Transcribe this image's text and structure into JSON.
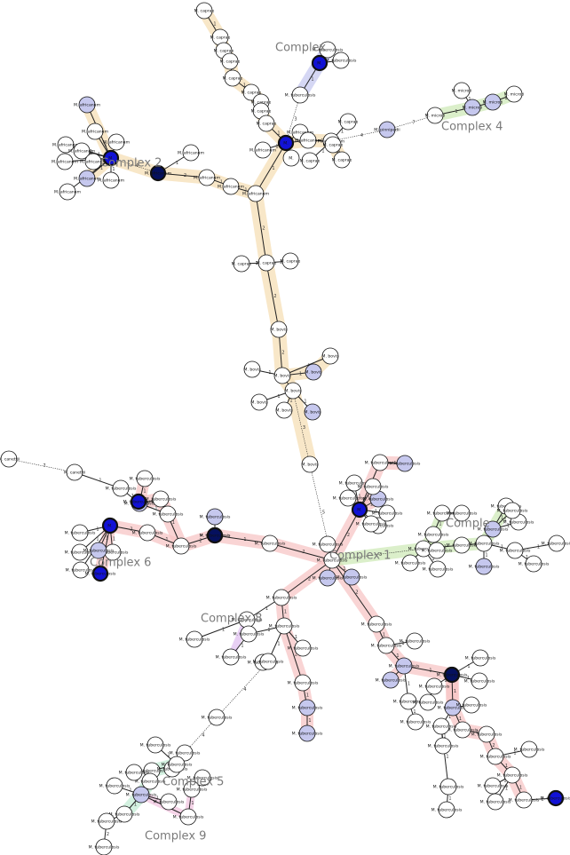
{
  "colors": {
    "node_white": "#ffffff",
    "node_light": "#c6c8ee",
    "node_blue": "#1212d6",
    "node_navy": "#05105e",
    "complex_1": "#f7c6c6",
    "complex_2": "#f6dfb6",
    "complex_3": "#cfe9b8",
    "complex_4": "#cfe9b8",
    "complex_5": "#c4ecd6",
    "complex_6": "#f7c6c6",
    "complex_7": "#c7c9f0",
    "complex_8": "#e0c0f0",
    "complex_9": "#f2c6e0"
  },
  "complex_labels": [
    "Complex 1",
    "Complex 2",
    "Complex",
    "Complex 4",
    "Complex 5",
    "Complex 6",
    "Comple",
    "Complex 8",
    "Complex 9"
  ],
  "diagram": {
    "nodes": [
      {
        "id": "c1",
        "label": "M. caprae",
        "color": "white"
      },
      {
        "id": "c2",
        "label": "M. caprae",
        "color": "white"
      },
      {
        "id": "c3",
        "label": "M. caprae",
        "color": "white"
      },
      {
        "id": "c4",
        "label": "M. caprae",
        "color": "white"
      },
      {
        "id": "c5",
        "label": "M. caprae",
        "color": "white"
      },
      {
        "id": "c6",
        "label": "M. caprae",
        "color": "white"
      },
      {
        "id": "c7",
        "label": "M. caprae",
        "color": "white"
      },
      {
        "id": "c8",
        "label": "M. caprae",
        "color": "white"
      },
      {
        "id": "c9",
        "label": "M. caprae",
        "color": "white"
      },
      {
        "id": "t_top1",
        "label": "M. tuberculosis",
        "color": "white"
      },
      {
        "id": "c7_hub",
        "label": "M.",
        "color": "blue"
      },
      {
        "id": "t_top2",
        "label": "M. tuberculosis",
        "color": "white"
      },
      {
        "id": "t_top3",
        "label": "M. tuberculosis",
        "color": "white"
      },
      {
        "id": "hubA",
        "label": "M.",
        "color": "blue"
      },
      {
        "id": "a_up",
        "label": "M. africanum",
        "color": "white"
      },
      {
        "id": "a_l1",
        "label": "M. africanum",
        "color": "white"
      },
      {
        "id": "a_r1",
        "label": "M. africanum",
        "color": "white"
      },
      {
        "id": "a_r2",
        "label": "M. africanum",
        "color": "white"
      },
      {
        "id": "a_dn",
        "label": "M.",
        "color": "white"
      },
      {
        "id": "cap_r1",
        "label": "M. caprae",
        "color": "white"
      },
      {
        "id": "cap_r2",
        "label": "M. caprae",
        "color": "white"
      },
      {
        "id": "cap_r3",
        "label": "M. caprae",
        "color": "white"
      },
      {
        "id": "cap_r4",
        "label": "M. caprae",
        "color": "white"
      },
      {
        "id": "pinn",
        "label": "M. pinnipedii",
        "color": "light"
      },
      {
        "id": "mic1",
        "label": "M. microti",
        "color": "white"
      },
      {
        "id": "mic2",
        "label": "M. microti",
        "color": "white"
      },
      {
        "id": "mic3",
        "label": "M. microti",
        "color": "white"
      },
      {
        "id": "mic4",
        "label": "M. microti",
        "color": "light"
      },
      {
        "id": "mic5",
        "label": "M. microti",
        "color": "light"
      },
      {
        "id": "junc",
        "label": "M. africanum",
        "color": "white"
      },
      {
        "id": "af_mid",
        "label": "M. africanum",
        "color": "white"
      },
      {
        "id": "af_mid2",
        "label": "M. africanum",
        "color": "white"
      },
      {
        "id": "af_navy",
        "label": "M. africanum",
        "color": "navy"
      },
      {
        "id": "af_blue",
        "label": "M.",
        "color": "blue"
      },
      {
        "id": "a2a",
        "label": "M. africanum",
        "color": "light"
      },
      {
        "id": "a2b",
        "label": "M. africanum",
        "color": "white"
      },
      {
        "id": "a2c",
        "label": "M. africanum",
        "color": "white"
      },
      {
        "id": "a2d",
        "label": "M. africanum",
        "color": "white"
      },
      {
        "id": "a2e",
        "label": "M. africanum",
        "color": "white"
      },
      {
        "id": "a2f",
        "label": "M. africanum",
        "color": "white"
      },
      {
        "id": "a2g",
        "label": "M. africanum",
        "color": "white"
      },
      {
        "id": "a2h",
        "label": "M. africanum",
        "color": "light"
      },
      {
        "id": "a2i",
        "label": "M. africanum",
        "color": "white"
      },
      {
        "id": "a2j",
        "label": "M. africanum",
        "color": "white"
      },
      {
        "id": "a2k",
        "label": "M. africanum",
        "color": "white"
      },
      {
        "id": "cap_m1",
        "label": "M. caprae",
        "color": "white"
      },
      {
        "id": "cap_m2",
        "label": "M. caprae",
        "color": "white"
      },
      {
        "id": "cap_m3",
        "label": "M. caprae",
        "color": "white"
      },
      {
        "id": "bov1",
        "label": "M. bovis",
        "color": "white"
      },
      {
        "id": "bov2",
        "label": "M. bovis",
        "color": "white"
      },
      {
        "id": "bov3",
        "label": "M. bovis",
        "color": "light"
      },
      {
        "id": "bov4",
        "label": "M. bovis",
        "color": "white"
      },
      {
        "id": "bov5",
        "label": "M. bovis",
        "color": "white"
      },
      {
        "id": "bov6",
        "label": "M. bovis",
        "color": "white"
      },
      {
        "id": "bov7",
        "label": "M. bovis",
        "color": "white"
      },
      {
        "id": "bov8",
        "label": "M. bovis",
        "color": "white"
      },
      {
        "id": "bov9",
        "label": "M. bovis",
        "color": "light"
      },
      {
        "id": "bov10",
        "label": "M. bovis",
        "color": "white"
      },
      {
        "id": "can1",
        "label": "M. canettii",
        "color": "white"
      },
      {
        "id": "can2",
        "label": "M. canettii",
        "color": "white"
      },
      {
        "id": "hub1",
        "label": "M. tuberculosis",
        "color": "white"
      },
      {
        "id": "t1a",
        "label": "M. tuberculosis",
        "color": "white"
      },
      {
        "id": "t1b",
        "label": "M. tuberculosis",
        "color": "light"
      },
      {
        "id": "t1c",
        "label": "M. tuberculosis",
        "color": "light"
      },
      {
        "id": "t_navy",
        "label": "M. tuberculosis",
        "color": "navy"
      },
      {
        "id": "t_l1",
        "label": "M. tuberculosis",
        "color": "light"
      },
      {
        "id": "t_l2",
        "label": "M. tuberculosis",
        "color": "white"
      },
      {
        "id": "t6a",
        "label": "M. tuberculosis",
        "color": "white"
      },
      {
        "id": "t6b",
        "label": "M. tuberculosis",
        "color": "white"
      },
      {
        "id": "t6c",
        "label": "M. tuberculosis",
        "color": "light"
      },
      {
        "id": "t6d",
        "label": "M. tuberculosis",
        "color": "blue"
      },
      {
        "id": "t6e",
        "label": "M. tuberculosis",
        "color": "white"
      },
      {
        "id": "t6f",
        "label": "M. tuberculosis",
        "color": "white"
      },
      {
        "id": "t6g",
        "label": "M. tuberculosis",
        "color": "navy"
      },
      {
        "id": "t6h",
        "label": "M. tuberculosis",
        "color": "white"
      },
      {
        "id": "t6i",
        "label": "M. tuberculosis",
        "color": "white"
      },
      {
        "id": "t6j",
        "label": "M.",
        "color": "blue"
      },
      {
        "id": "t6k",
        "label": "M. tuberculosis",
        "color": "white"
      },
      {
        "id": "t6l",
        "label": "M. tuberculosis",
        "color": "white"
      },
      {
        "id": "t6m",
        "label": "M. tuberculosis",
        "color": "white"
      },
      {
        "id": "t6n",
        "label": "M. tuberculosis",
        "color": "white"
      },
      {
        "id": "t6o",
        "label": "M. tuberculosis",
        "color": "light"
      },
      {
        "id": "t6p",
        "label": "M. tuberculosis",
        "color": "blue"
      },
      {
        "id": "t_ur1",
        "label": "M. tuberculosis",
        "color": "white"
      },
      {
        "id": "t_ur2",
        "label": "M. tuberculosis",
        "color": "light"
      },
      {
        "id": "t_ur3",
        "label": "M. tuberculosis",
        "color": "light"
      },
      {
        "id": "t_ur4",
        "label": "M. tuberculosis",
        "color": "white"
      },
      {
        "id": "t_ur5",
        "label": "M. tuberculosis",
        "color": "white"
      },
      {
        "id": "t_ur6",
        "label": "M. tuberculosis",
        "color": "white"
      },
      {
        "id": "t_urblue",
        "label": "M.",
        "color": "blue"
      },
      {
        "id": "t_ur7",
        "label": "M. tuberculosis",
        "color": "white"
      },
      {
        "id": "t_ur8",
        "label": "M. tuberculosis",
        "color": "white"
      },
      {
        "id": "t_ur9",
        "label": "M. tuberculosis",
        "color": "white"
      },
      {
        "id": "g1",
        "label": "M. tuberculosis",
        "color": "white"
      },
      {
        "id": "g2",
        "label": "M. tuberculosis",
        "color": "white"
      },
      {
        "id": "g3",
        "label": "M. tuberculosis",
        "color": "white"
      },
      {
        "id": "g4",
        "label": "M. tuberculosis",
        "color": "white"
      },
      {
        "id": "g5",
        "label": "M. tuberculosis",
        "color": "white"
      },
      {
        "id": "g6",
        "label": "M. tuberculosis",
        "color": "white"
      },
      {
        "id": "g7",
        "label": "M. tuberculosis",
        "color": "white"
      },
      {
        "id": "g8",
        "label": "M. tuberculosis",
        "color": "white"
      },
      {
        "id": "g9",
        "label": "M. tuberculosis",
        "color": "light"
      },
      {
        "id": "g10",
        "label": "M. tuberculosis",
        "color": "white"
      },
      {
        "id": "g11",
        "label": "M. tuberculosis",
        "color": "white"
      },
      {
        "id": "g12",
        "label": "M. tuberculosis",
        "color": "white"
      },
      {
        "id": "g13",
        "label": "M. tuberculosis",
        "color": "white"
      },
      {
        "id": "g14",
        "label": "M. tuberculosis",
        "color": "light"
      },
      {
        "id": "g15",
        "label": "M. tuberculosis",
        "color": "white"
      },
      {
        "id": "g16",
        "label": "M. tuberculosis",
        "color": "white"
      },
      {
        "id": "g17",
        "label": "M. tuberculosis",
        "color": "white"
      },
      {
        "id": "d1",
        "label": "M. tuberculosis",
        "color": "white"
      },
      {
        "id": "d2",
        "label": "M. tuberculosis",
        "color": "white"
      },
      {
        "id": "d3",
        "label": "M. tuberculosis",
        "color": "white"
      },
      {
        "id": "d4",
        "label": "M. tuberculosis",
        "color": "white"
      },
      {
        "id": "d5",
        "label": "M. tuberculosis",
        "color": "white"
      },
      {
        "id": "d6",
        "label": "M. tuberculosis",
        "color": "white"
      },
      {
        "id": "d7",
        "label": "M. tuberculosis",
        "color": "white"
      },
      {
        "id": "d8",
        "label": "M. tuberculosis",
        "color": "white"
      },
      {
        "id": "d9",
        "label": "M. tuberculosis",
        "color": "light"
      },
      {
        "id": "d10",
        "label": "M. tuberculosis",
        "color": "light"
      },
      {
        "id": "d11",
        "label": "M. tuberculosis",
        "color": "white"
      },
      {
        "id": "d12",
        "label": "M. tuberculosis",
        "color": "white"
      },
      {
        "id": "r1",
        "label": "M. tuberculosis",
        "color": "white"
      },
      {
        "id": "r2",
        "label": "M. tuberculosis",
        "color": "white"
      },
      {
        "id": "r3",
        "label": "M. tuberculosis",
        "color": "white"
      },
      {
        "id": "r4",
        "label": "M. tuberculosis",
        "color": "light"
      },
      {
        "id": "r5",
        "label": "M. tuberculosis",
        "color": "light"
      },
      {
        "id": "r6",
        "label": "M. tuberculosis",
        "color": "white"
      },
      {
        "id": "r7",
        "label": "M. tuberculosis",
        "color": "white"
      },
      {
        "id": "r8",
        "label": "M. tuberculosis",
        "color": "navy"
      },
      {
        "id": "r9",
        "label": "M. tuberculosis",
        "color": "white"
      },
      {
        "id": "r10",
        "label": "M. tuberculosis",
        "color": "white"
      },
      {
        "id": "r11",
        "label": "M. tuberculosis",
        "color": "white"
      },
      {
        "id": "r12",
        "label": "M. tuberculosis",
        "color": "white"
      },
      {
        "id": "r13",
        "label": "M. tuberculosis",
        "color": "light"
      },
      {
        "id": "r14",
        "label": "M. tuberculosis",
        "color": "white"
      },
      {
        "id": "r15",
        "label": "M. tuberculosis",
        "color": "white"
      },
      {
        "id": "r16",
        "label": "M. tuberculosis",
        "color": "white"
      },
      {
        "id": "r17",
        "label": "M. tuberculosis",
        "color": "white"
      },
      {
        "id": "r18",
        "label": "M. tuberculosis",
        "color": "white"
      },
      {
        "id": "r19",
        "label": "M. tuberculosis",
        "color": "white"
      },
      {
        "id": "r20",
        "label": "M. tuberculosis",
        "color": "white"
      },
      {
        "id": "r21",
        "label": "M. tuberculosis",
        "color": "white"
      },
      {
        "id": "r22",
        "label": "M. tuberculosis",
        "color": "white"
      },
      {
        "id": "r23",
        "label": "M. tuberculosis",
        "color": "white"
      },
      {
        "id": "r24",
        "label": "M. tuberculosis",
        "color": "white"
      },
      {
        "id": "r25",
        "label": "M. tuberculosis",
        "color": "white"
      },
      {
        "id": "r26",
        "label": "M. tuberculosis",
        "color": "white"
      },
      {
        "id": "r27",
        "label": "M. tuberculosis",
        "color": "blue"
      },
      {
        "id": "e1",
        "label": "M. tuberculosis",
        "color": "white"
      },
      {
        "id": "e2",
        "label": "M. tuberculosis",
        "color": "white"
      },
      {
        "id": "e3",
        "label": "M. tuberculosis",
        "color": "white"
      },
      {
        "id": "e4",
        "label": "M. tuberculosis",
        "color": "white"
      },
      {
        "id": "e5",
        "label": "M. tuberculosis",
        "color": "white"
      },
      {
        "id": "e6",
        "label": "M. tuberculosis",
        "color": "white"
      },
      {
        "id": "e7",
        "label": "M. tuberculosis",
        "color": "light"
      },
      {
        "id": "e8",
        "label": "M. tuberculosis",
        "color": "white"
      },
      {
        "id": "e9",
        "label": "M. tuberculosis",
        "color": "white"
      },
      {
        "id": "e10",
        "label": "M. tuberculosis",
        "color": "white"
      },
      {
        "id": "e11",
        "label": "M. tuberculosis",
        "color": "white"
      },
      {
        "id": "e12",
        "label": "M. tuberculosis",
        "color": "white"
      },
      {
        "id": "e13",
        "label": "M. tuberculosis",
        "color": "white"
      },
      {
        "id": "e14",
        "label": "M. tuberculosis",
        "color": "white"
      },
      {
        "id": "e15",
        "label": "M. tuberculosis",
        "color": "white"
      },
      {
        "id": "e16",
        "label": "M. tuberculosis",
        "color": "white"
      },
      {
        "id": "e17",
        "label": "M. tuberculosis",
        "color": "white"
      }
    ],
    "edge_weights": [
      "1",
      "2",
      "3",
      "4",
      "5",
      "6",
      "7"
    ]
  }
}
